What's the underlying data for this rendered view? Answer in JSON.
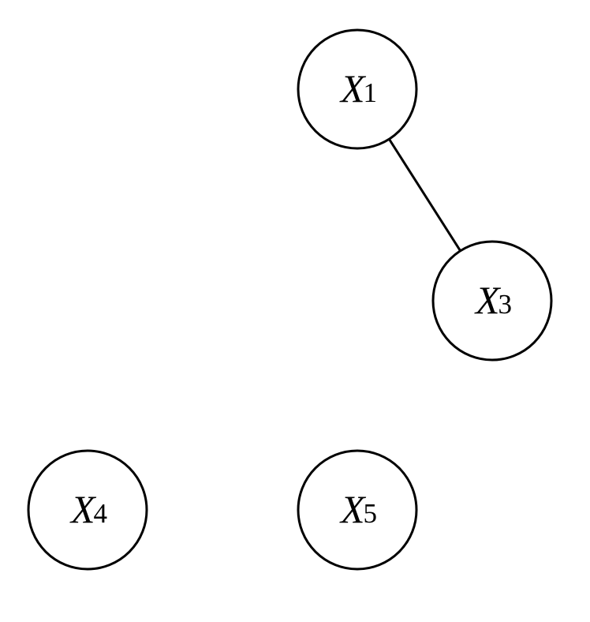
{
  "graph": {
    "nodes": [
      {
        "id": "X1",
        "var": "X",
        "sub": "1"
      },
      {
        "id": "X3",
        "var": "X",
        "sub": "3"
      },
      {
        "id": "X4",
        "var": "X",
        "sub": "4"
      },
      {
        "id": "X5",
        "var": "X",
        "sub": "5"
      }
    ],
    "edges": [
      {
        "from": "X1",
        "to": "X3",
        "directed": false
      }
    ],
    "colors": {
      "stroke": "#000000",
      "fill": "#ffffff",
      "text": "#000000"
    }
  }
}
